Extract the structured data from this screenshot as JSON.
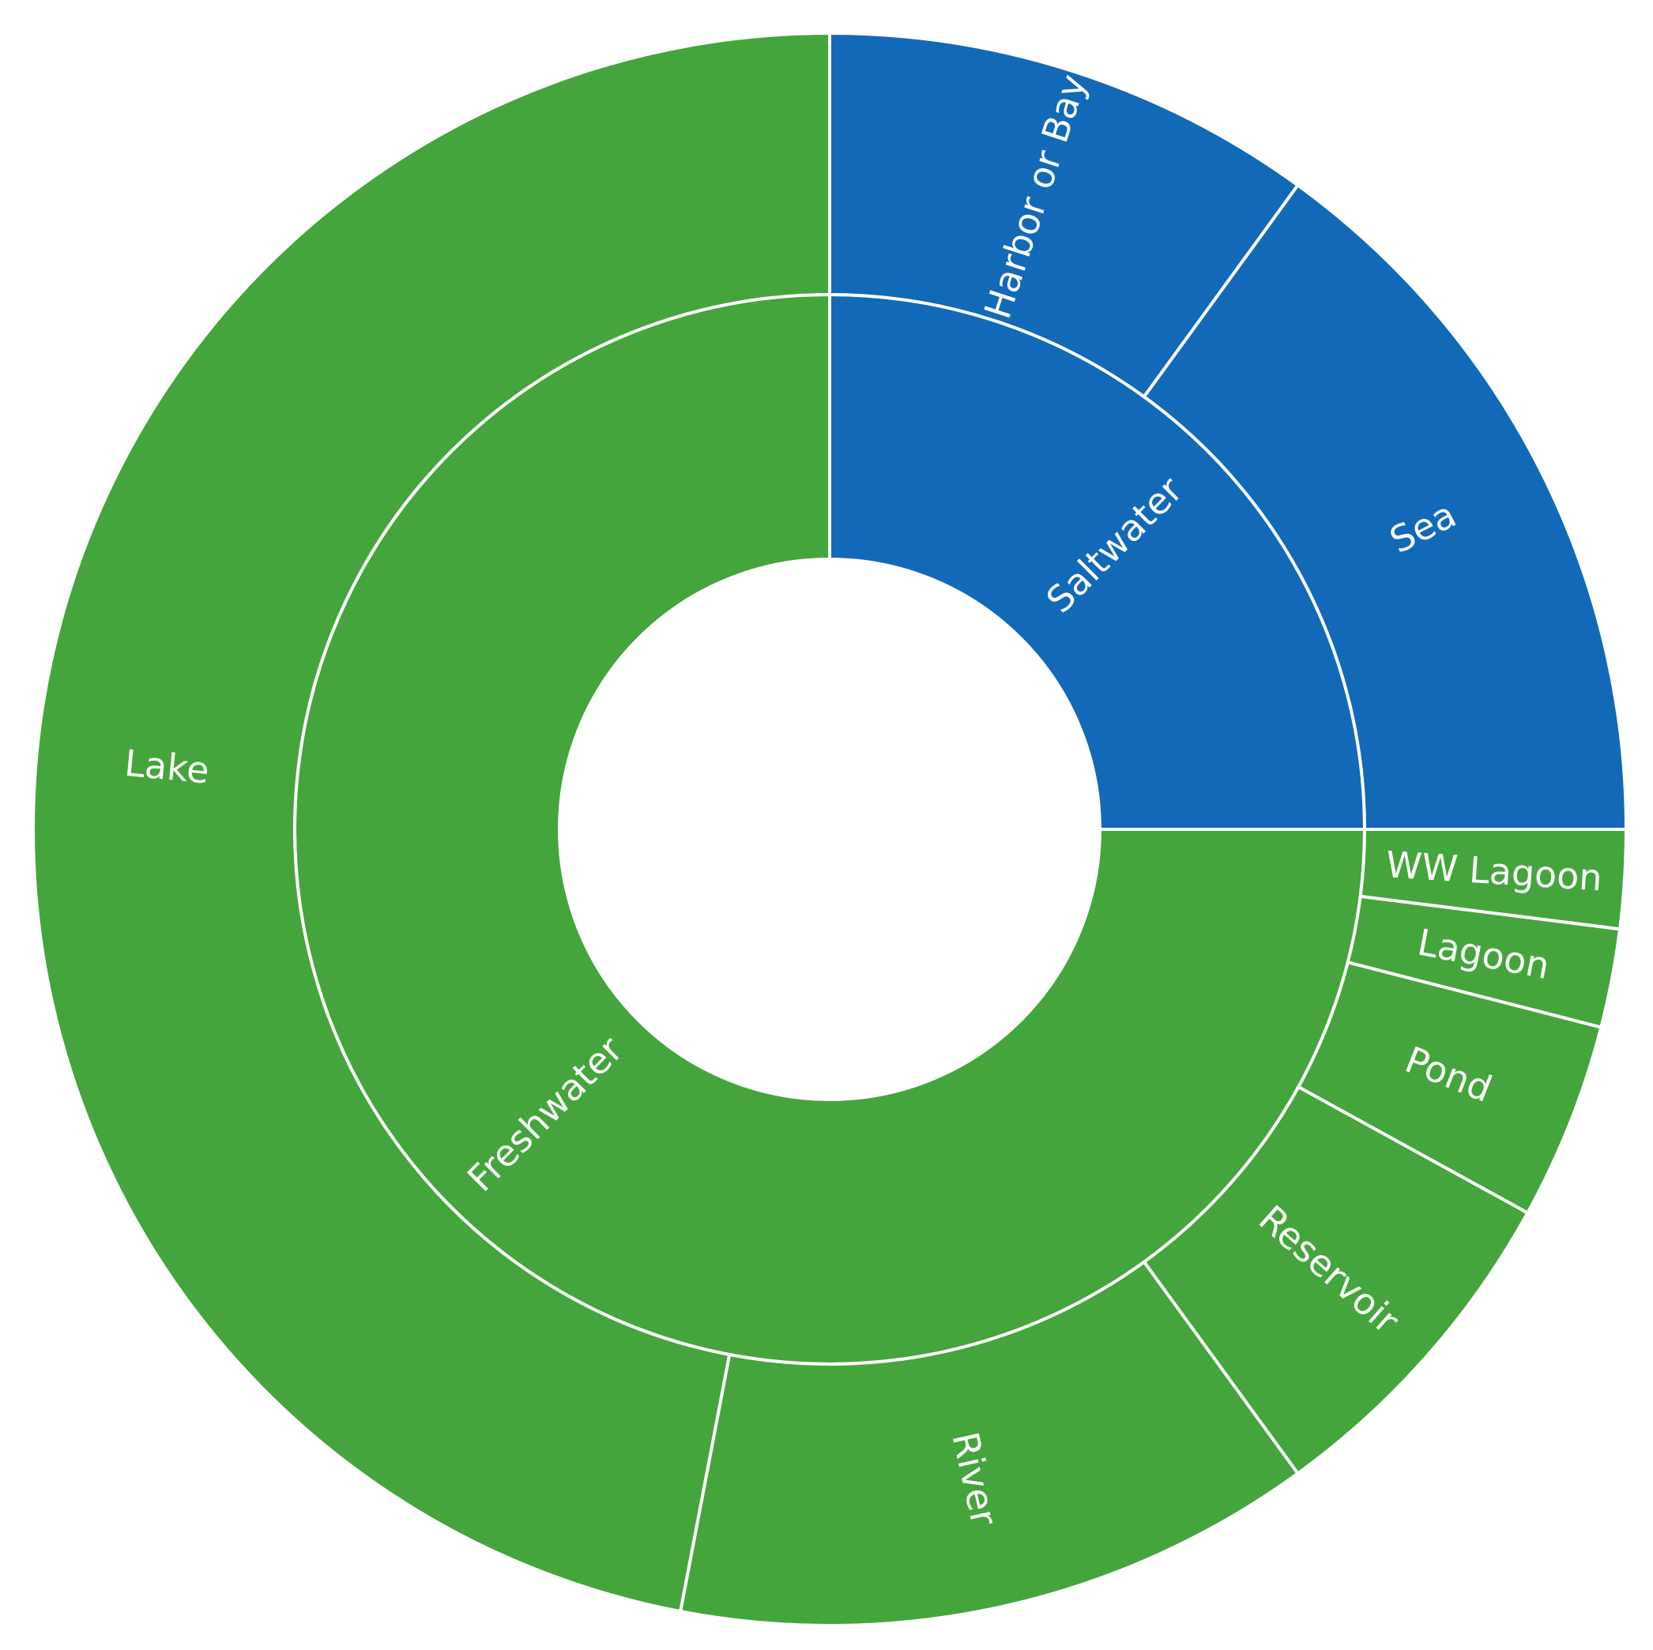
{
  "chart_data": {
    "type": "sunburst",
    "title": "",
    "colors": {
      "Saltwater": "#1269b8",
      "Freshwater": "#44a53c",
      "background": "#ffffff",
      "separator": "#ffffff"
    },
    "inner_ring": [
      {
        "name": "Saltwater",
        "value": 25
      },
      {
        "name": "Freshwater",
        "value": 75
      }
    ],
    "outer_ring": [
      {
        "name": "Harbor or Bay",
        "parent": "Saltwater",
        "value": 10
      },
      {
        "name": "Sea",
        "parent": "Saltwater",
        "value": 15
      },
      {
        "name": "WW Lagoon",
        "parent": "Freshwater",
        "value": 2
      },
      {
        "name": "Lagoon",
        "parent": "Freshwater",
        "value": 2
      },
      {
        "name": "Pond",
        "parent": "Freshwater",
        "value": 4
      },
      {
        "name": "Reservoir",
        "parent": "Freshwater",
        "value": 7
      },
      {
        "name": "River",
        "parent": "Freshwater",
        "value": 13
      },
      {
        "name": "Lake",
        "parent": "Freshwater",
        "value": 47
      }
    ]
  }
}
